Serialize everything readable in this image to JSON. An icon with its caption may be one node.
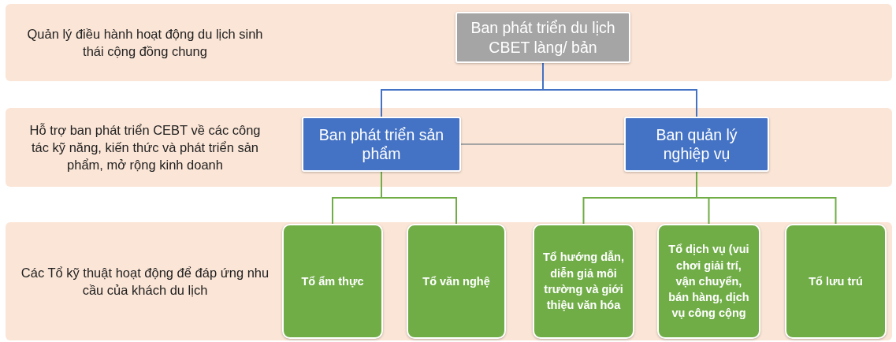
{
  "diagram": {
    "nodes": [
      {
        "text": [
          "Quản lý điều hành hoạt động du lịch sinh thái cộng đồng chung"
        ]
      },
      {
        "text": [
          "Ban phát triển du lịch CBET làng/ bản"
        ],
        "in": 0
      },
      {
        "text": [
          "Hỗ trợ ban phát triển CEBT về các công tác kỹ năng, kiến thức và phát triển sản phẩm, mở rộng kinh doanh"
        ]
      },
      {
        "text": [
          "Ban phát triển sản phẩm"
        ],
        "in": 2
      },
      {
        "text": [
          "Ban quản lý nghiệp vụ"
        ],
        "in": 2
      },
      {
        "text": [
          "Các Tổ kỹ thuật hoạt động để đáp ứng nhu cầu của khách du lịch"
        ]
      },
      {
        "text": [
          "Tổ ẩm thực"
        ],
        "in": 5
      },
      {
        "text": [
          "Tổ văn nghệ"
        ],
        "in": 5
      },
      {
        "text": [
          "Tổ hướng dẫn, diễn giả môi trường và giới thiệu văn hóa"
        ],
        "in": 5
      },
      {
        "text": [
          "Tổ dịch vụ (vui chơi giải trí, vận chuyển, bán hàng, dịch vụ công cộng"
        ],
        "in": 5
      },
      {
        "text": [
          "Tổ lưu trú"
        ],
        "in": 5
      }
    ],
    "edges": [
      {
        "from": 1,
        "to": 3,
        "arrow": "none",
        "color": "#4472c4"
      },
      {
        "from": 1,
        "to": 4,
        "arrow": "none",
        "color": "#4472c4"
      },
      {
        "from": 3,
        "to": 4,
        "arrow": "none",
        "color": "#a5a5a5"
      },
      {
        "from": 3,
        "to": 6,
        "arrow": "none"
      },
      {
        "from": 3,
        "to": 7,
        "arrow": "none"
      },
      {
        "from": 4,
        "to": 8,
        "arrow": "none"
      },
      {
        "from": 4,
        "to": 9,
        "arrow": "none"
      },
      {
        "from": 4,
        "to": 10,
        "arrow": "none"
      }
    ]
  }
}
